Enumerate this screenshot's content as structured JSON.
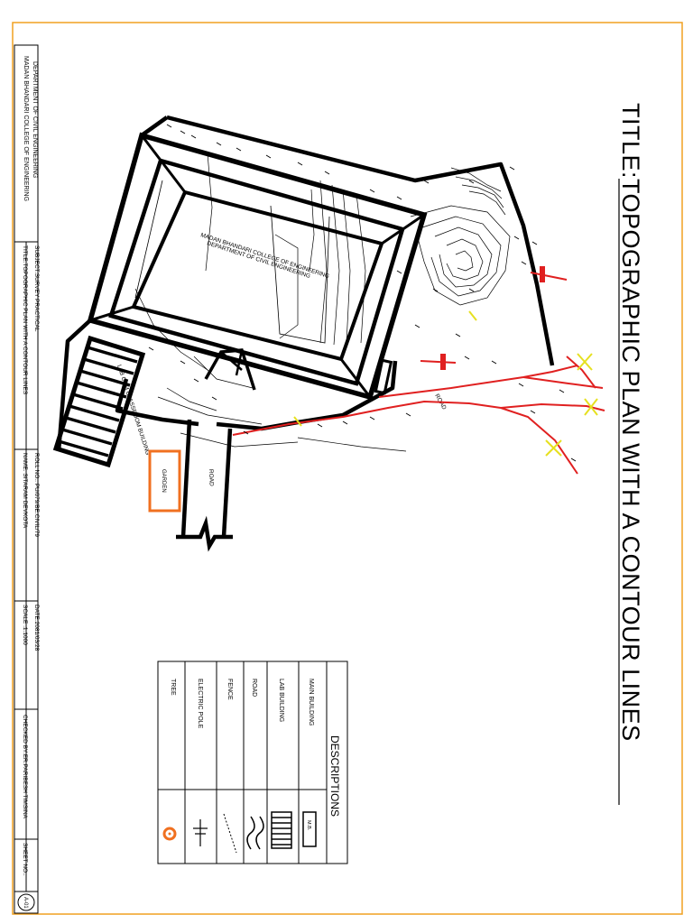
{
  "sheet": {
    "title_big": "TITLE:TOPOGRAPHIC PLAN WITH A CONTOUR LINES",
    "college": "MADAN BHANDARI COLLEGE OF ENGINEERING",
    "department": "DEPARTMENT OF CIVIL ENGINEERING",
    "title_small": "TITLE:TOPOGRAPHIC PLAN WITH A CONTOUR LINES",
    "subject": "SUBJECT:SURVEY PRACTICAL",
    "name": "NAME: SITARAM DEVKOTA",
    "roll": "ROLL NO.: PU/079/BE.CIVIL/79",
    "scale": "SCALE :1:1000",
    "date": "DATE:2081/03/28",
    "checked": "CHECKED BY:ER.PARIBESH TIMSINA",
    "sheet_no": "SHEET NO.:",
    "sheet_code": "A-01"
  },
  "plan": {
    "main_building_line1": "MADAN BHANDARI COLLEGE OF ENGINEERING",
    "main_building_line2": "DEPARTMENT OF CIVIL ENGINEERING",
    "lab_building": "LAB CUM CLASSROOM BUILDING",
    "road_label_1": "ROAD",
    "road_label_2": "ROAD",
    "garden": "GARDEN"
  },
  "legend": {
    "heading": "DESCRIPTIONS",
    "items": [
      {
        "label": "MAIN BUILDING",
        "symbol": "M.B."
      },
      {
        "label": "LAB BUILDING",
        "symbol": "lab-hatch-icon"
      },
      {
        "label": "ROAD",
        "symbol": "road-icon"
      },
      {
        "label": "FENCE",
        "symbol": "fence-icon"
      },
      {
        "label": "ELECTRIC POLE",
        "symbol": "electric-pole-icon"
      },
      {
        "label": "TREE",
        "symbol": "tree-icon"
      }
    ]
  },
  "colors": {
    "border": "#f0a020",
    "ink": "#000000",
    "fence": "#e02020",
    "pole": "#e6e020",
    "garden": "#f07020"
  }
}
